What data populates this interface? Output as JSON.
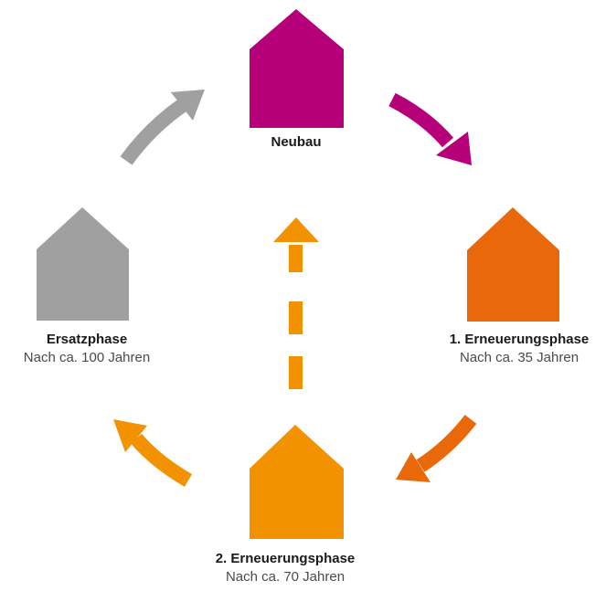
{
  "colors": {
    "neubau": "#b5007a",
    "phase1": "#e8680a",
    "phase2": "#f39200",
    "ersatz": "#a0a0a0"
  },
  "icons": {
    "house": "house-icon",
    "arrow": "curved-arrow-icon",
    "dashed_arrow": "dashed-arrow-up-icon"
  },
  "stages": {
    "neubau": {
      "title": "Neubau",
      "sub": ""
    },
    "phase1": {
      "title": "1. Erneuerungsphase",
      "sub": "Nach ca. 35 Jahren"
    },
    "phase2": {
      "title": "2. Erneuerungsphase",
      "sub": "Nach ca. 70 Jahren"
    },
    "ersatz": {
      "title": "Ersatzphase",
      "sub": "Nach ca. 100 Jahren"
    }
  }
}
